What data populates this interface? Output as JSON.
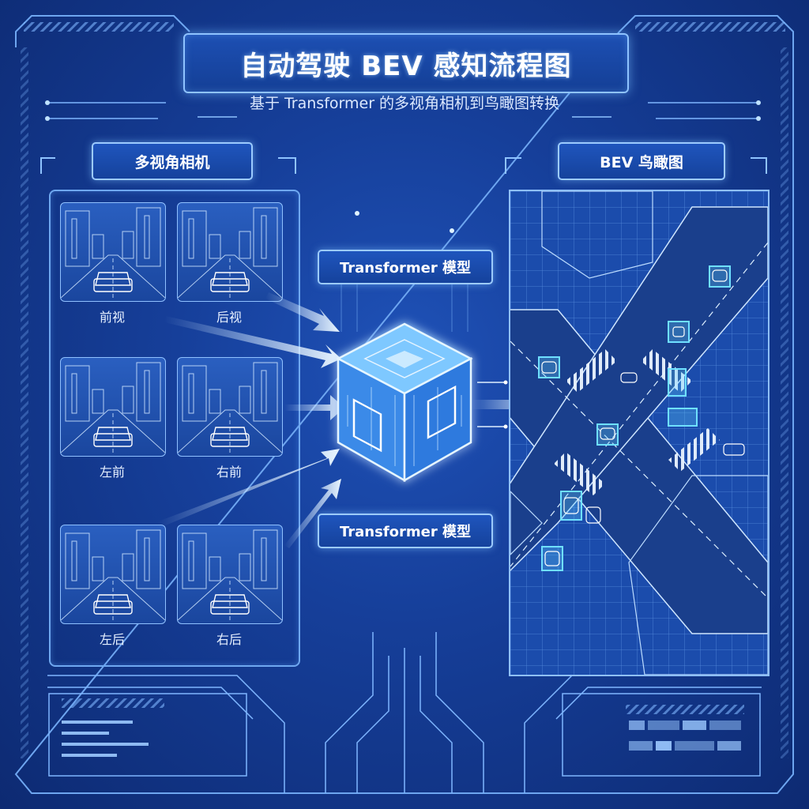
{
  "title": "自动驾驶 BEV 感知流程图",
  "subtitle": "基于 Transformer 的多视角相机到鸟瞰图转换",
  "camera_section": {
    "label": "多视角相机",
    "cameras": [
      {
        "label": "前视"
      },
      {
        "label": "后视"
      },
      {
        "label": "左前"
      },
      {
        "label": "右前"
      },
      {
        "label": "左后"
      },
      {
        "label": "右后"
      }
    ]
  },
  "model": {
    "top_label": "Transformer 模型",
    "bottom_label": "Transformer 模型"
  },
  "bev_section": {
    "label": "BEV 鸟瞰图"
  },
  "colors": {
    "background": "#163f9a",
    "line": "#8fc3ff",
    "glow": "#bfe2ff",
    "detection_box": "#5fd0ff"
  }
}
